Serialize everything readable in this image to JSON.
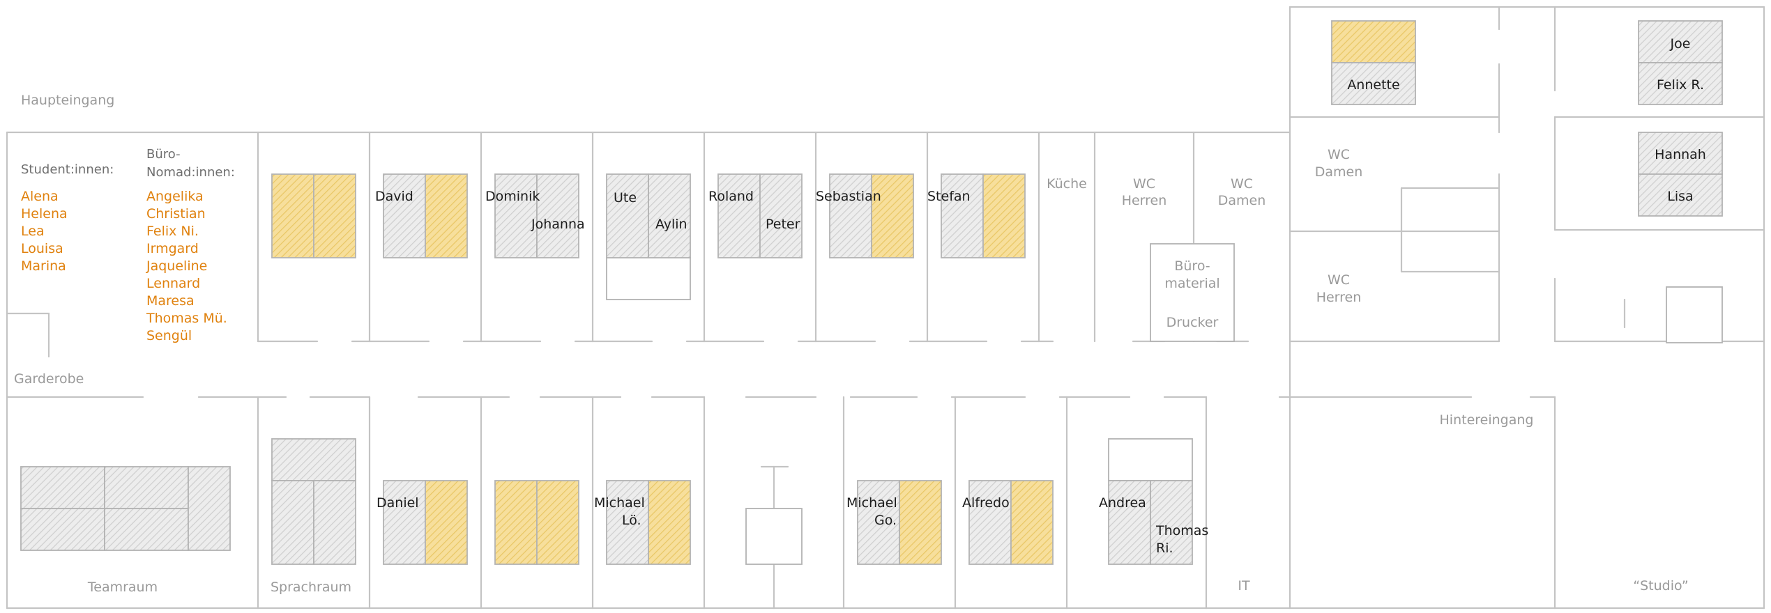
{
  "palette": {
    "wall": "#c4c4c4",
    "desk_free": "#ededed",
    "desk_hatch_free": "#cfcfcf",
    "desk_reserved": "#f7df9c",
    "desk_hatch_reserved": "#e9c766",
    "room_label": "#9a9a9a",
    "name_label": "#1c1c1c",
    "list_heading": "#6f6f6f",
    "list_entry": "#e0820f"
  },
  "rooms": {
    "haupteingang": "Haupteingang",
    "garderobe": "Garderobe",
    "kueche": "Küche",
    "wc_herren_top_1": "WC",
    "wc_herren_top_2": "Herren",
    "wc_damen_top_1": "WC",
    "wc_damen_top_2": "Damen",
    "wc_damen_right_1": "WC",
    "wc_damen_right_2": "Damen",
    "wc_herren_right_1": "WC",
    "wc_herren_right_2": "Herren",
    "bueromaterial_1": "Büro-",
    "bueromaterial_2": "material",
    "drucker": "Drucker",
    "teamraum": "Teamraum",
    "sprachraum": "Sprachraum",
    "it": "IT",
    "hintereingang": "Hintereingang",
    "studio": "“Studio”"
  },
  "lists": {
    "students_heading": "Student:innen:",
    "students": [
      "Alena",
      "Helena",
      "Lea",
      "Louisa",
      "Marina"
    ],
    "nomads_heading_1": "Büro-",
    "nomads_heading_2": "Nomad:innen:",
    "nomads": [
      "Angelika",
      "Christian",
      "Felix Ni.",
      "Irmgard",
      "Jaqueline",
      "Lennard",
      "Maresa",
      "Thomas Mü.",
      "Sengül"
    ]
  },
  "people": {
    "david": "David",
    "dominik": "Dominik",
    "johanna": "Johanna",
    "ute": "Ute",
    "aylin": "Aylin",
    "roland": "Roland",
    "peter": "Peter",
    "sebastian": "Sebastian",
    "stefan": "Stefan",
    "annette": "Annette",
    "joe": "Joe",
    "felix_r": "Felix R.",
    "hannah": "Hannah",
    "lisa": "Lisa",
    "daniel": "Daniel",
    "michael_lo_1": "Michael",
    "michael_lo_2": "Lö.",
    "michael_go_1": "Michael",
    "michael_go_2": "Go.",
    "alfredo": "Alfredo",
    "andrea": "Andrea",
    "thomas_ri_1": "Thomas",
    "thomas_ri_2": "Ri."
  }
}
